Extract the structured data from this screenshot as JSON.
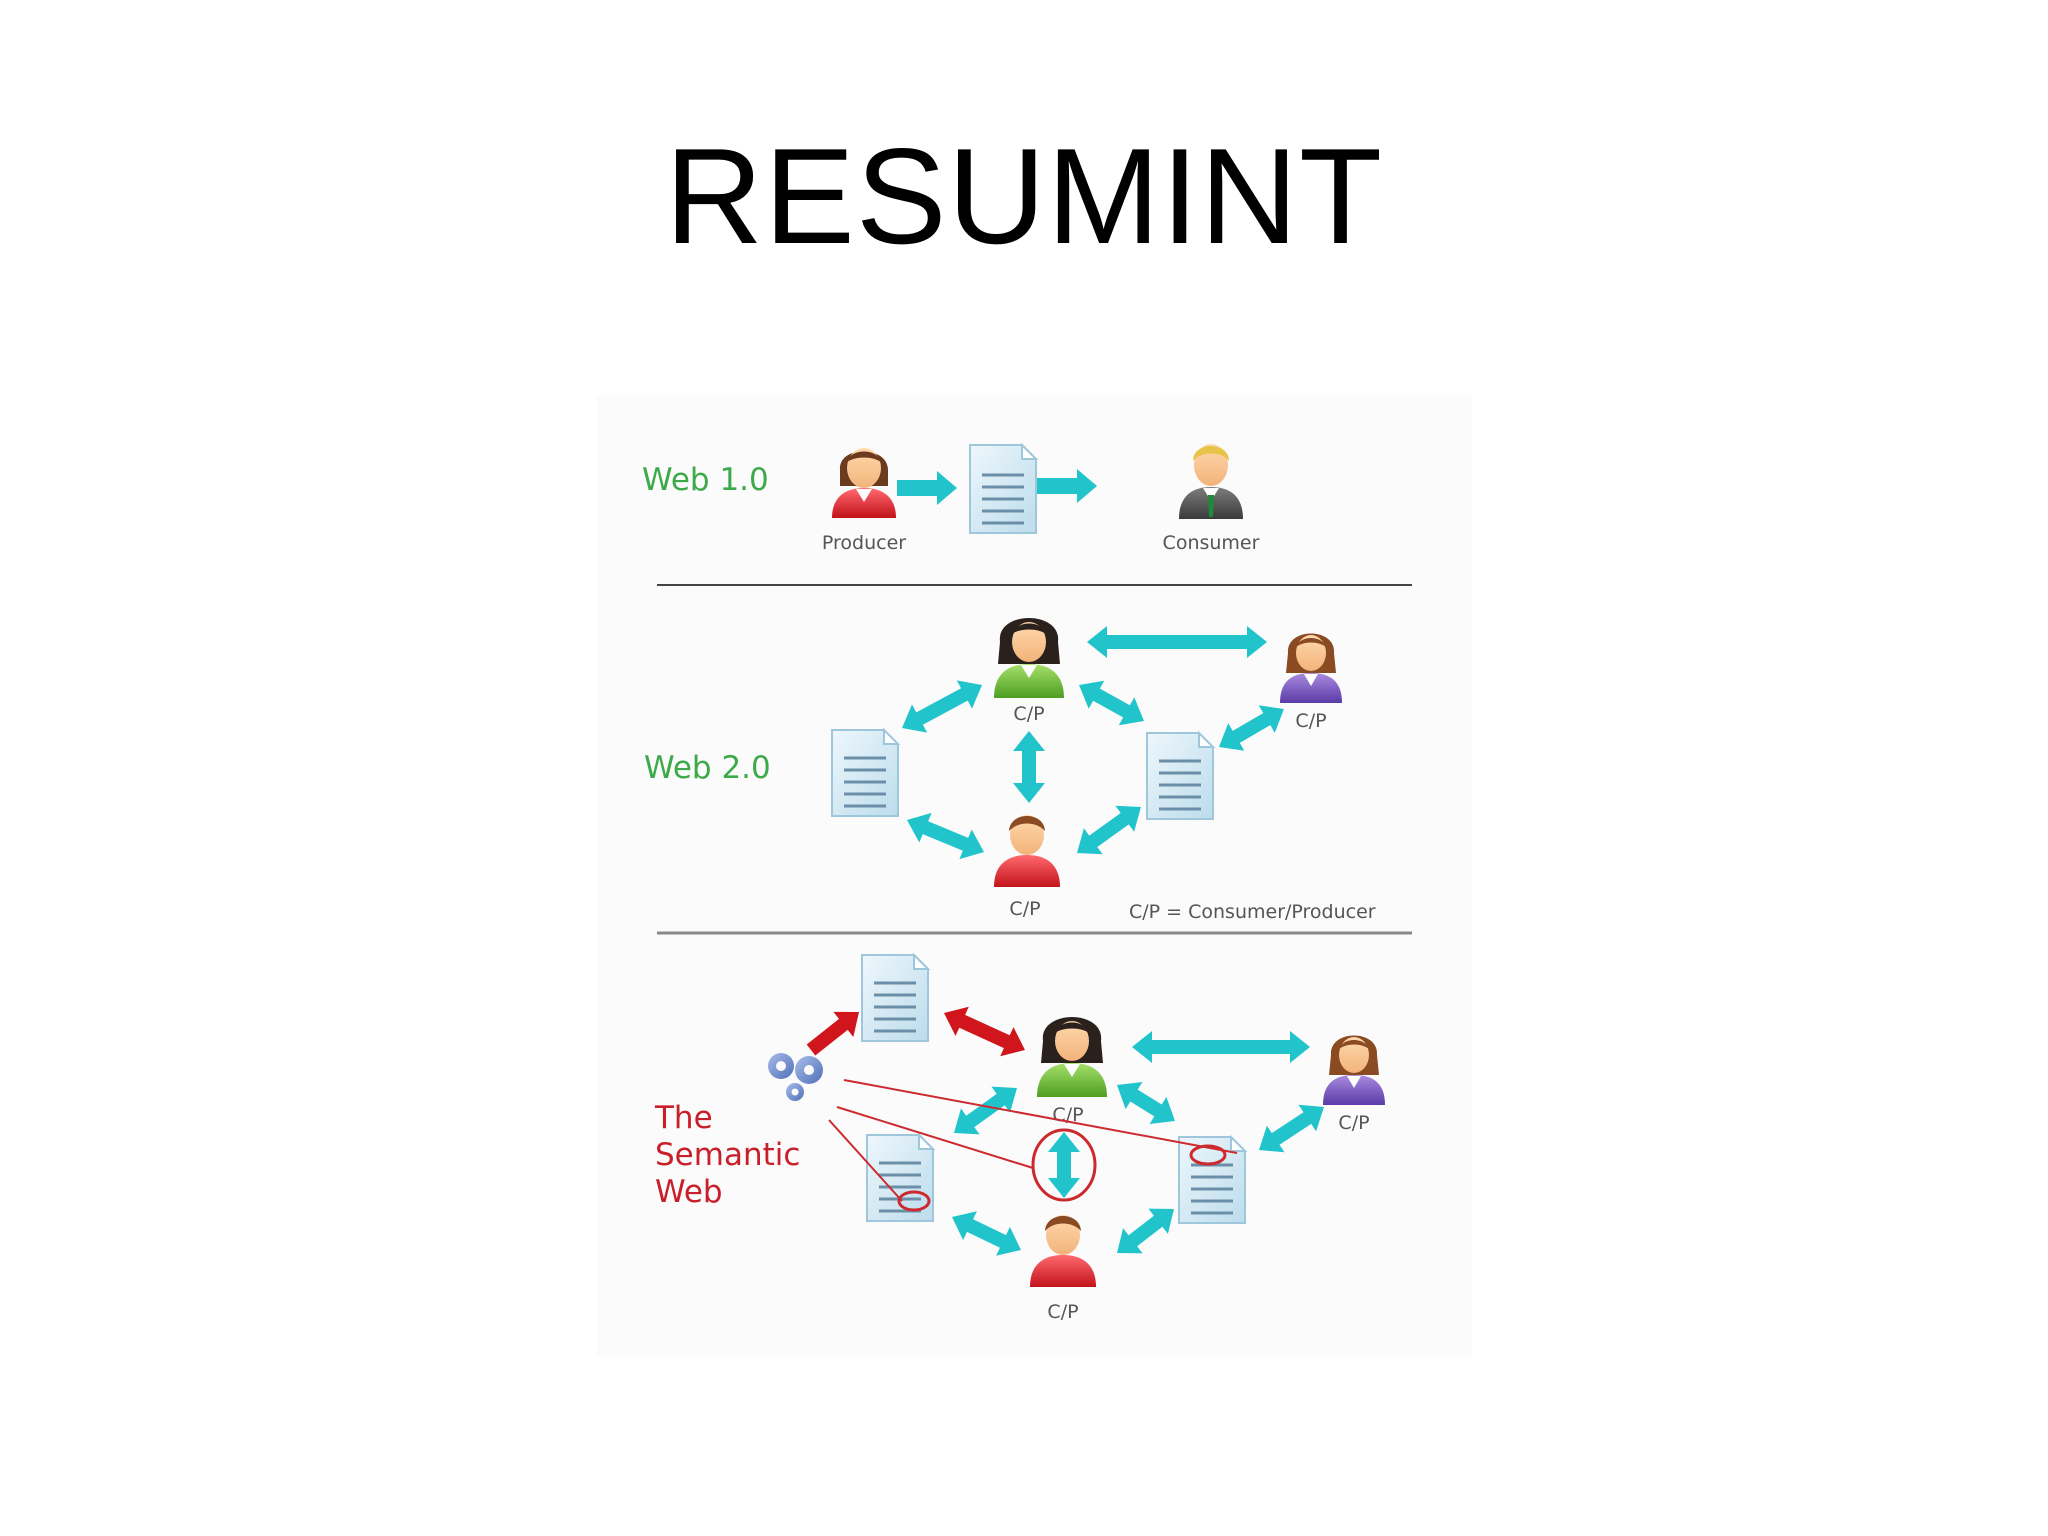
{
  "slide": {
    "title": "RESUMINT"
  },
  "colors": {
    "web_label": "#3daa4a",
    "semantic_label": "#c8202b",
    "arrow": "#22c4cc",
    "red_arrow": "#d0161c",
    "annotation_line": "#cc2a2f",
    "divider": "#444444",
    "doc_fill": "#d8ecf6",
    "doc_lines": "#6b8fa8"
  },
  "diagram": {
    "web1": {
      "label": "Web 1.0",
      "producer_label": "Producer",
      "consumer_label": "Consumer"
    },
    "web2": {
      "label": "Web 2.0",
      "cp_label": "C/P",
      "legend": "C/P = Consumer/Producer"
    },
    "semantic": {
      "label_line1": "The",
      "label_line2": "Semantic",
      "label_line3": "Web",
      "cp_label": "C/P"
    }
  }
}
